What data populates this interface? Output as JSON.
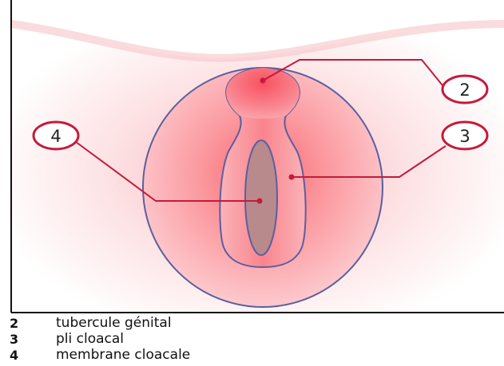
{
  "diagram": {
    "callouts": [
      {
        "number": "2",
        "label": "tubercule génital"
      },
      {
        "number": "3",
        "label": "pli cloacal"
      },
      {
        "number": "4",
        "label": "membrane cloacale"
      }
    ],
    "colors": {
      "skin_light": "#fde2e4",
      "fold_fill": "#f7737e",
      "outline": "#5a5fa0",
      "leader_line": "#c41a3c",
      "membrane": "#b88a8c"
    }
  },
  "legend": {
    "items": [
      {
        "number": "2",
        "label": "tubercule génital"
      },
      {
        "number": "3",
        "label": "pli cloacal"
      },
      {
        "number": "4",
        "label": "membrane cloacale"
      }
    ]
  }
}
